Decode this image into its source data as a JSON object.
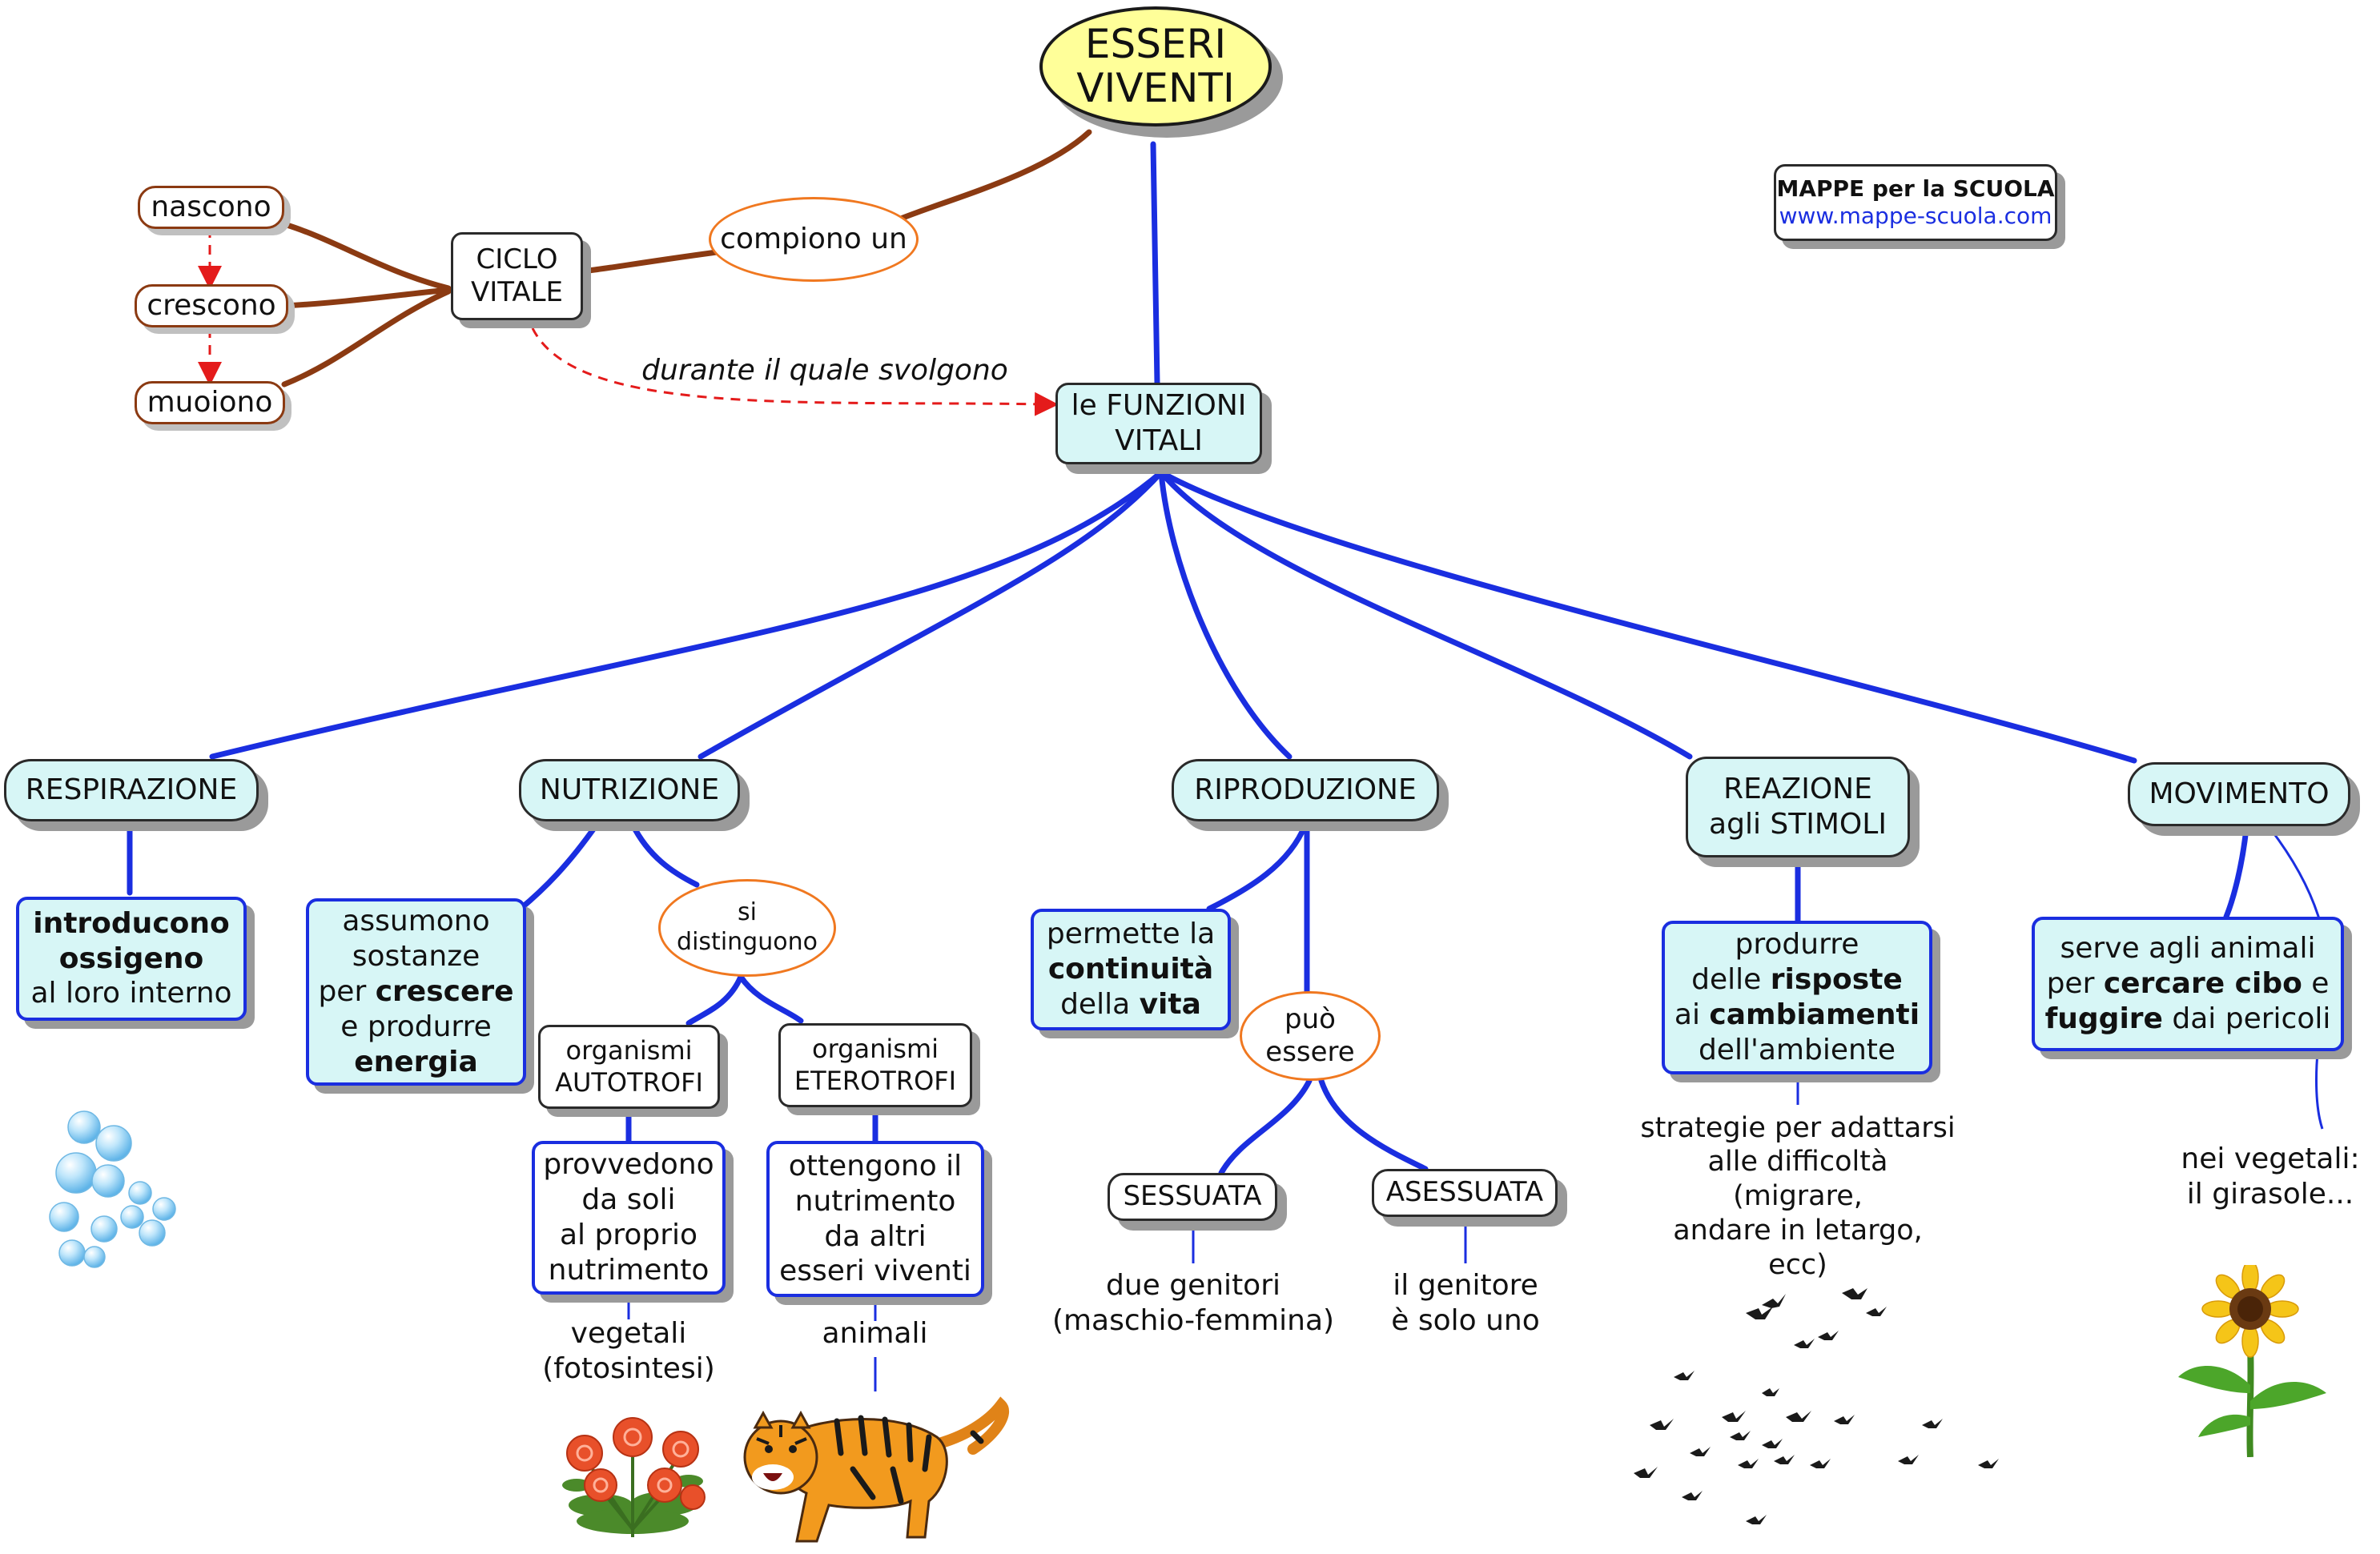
{
  "title": [
    "ESSERI",
    "VIVENTI"
  ],
  "credit": {
    "name": "MAPPE per la SCUOLA",
    "url": "www.mappe-scuola.com"
  },
  "cycle": {
    "node": [
      "CICLO",
      "VITALE"
    ],
    "link_label": "compiono un",
    "stages": [
      "nascono",
      "crescono",
      "muoiono"
    ],
    "dashed_label": "durante il quale svolgono"
  },
  "functions_node": [
    "le FUNZIONI",
    "VITALI"
  ],
  "respirazione": {
    "label": "RESPIRAZIONE",
    "desc": [
      "introducono",
      "ossigeno",
      "al loro interno"
    ]
  },
  "nutrizione": {
    "label": "NUTRIZIONE",
    "desc": [
      "assumono",
      "sostanze",
      "per ",
      "crescere",
      "e produrre",
      "energia"
    ],
    "link": [
      "si",
      "distinguono"
    ],
    "autotrofi": [
      "organismi",
      "AUTOTROFI"
    ],
    "autotrofi_desc": [
      "provvedono",
      "da soli",
      "al proprio",
      "nutrimento"
    ],
    "autotrofi_ex": [
      "vegetali",
      "(fotosintesi)"
    ],
    "eterotrofi": [
      "organismi",
      "ETEROTROFI"
    ],
    "eterotrofi_desc": [
      "ottengono il",
      "nutrimento",
      "da altri",
      "esseri viventi"
    ],
    "eterotrofi_ex": "animali"
  },
  "riproduzione": {
    "label": "RIPRODUZIONE",
    "desc": [
      "permette la",
      "continuità",
      "della ",
      "vita"
    ],
    "link": [
      "può",
      "essere"
    ],
    "sessuata": "SESSUATA",
    "sessuata_desc": [
      "due genitori",
      "(maschio-femmina)"
    ],
    "asessuata": "ASESSUATA",
    "asessuata_desc": [
      "il genitore",
      "è solo uno"
    ]
  },
  "reazione": {
    "label": [
      "REAZIONE",
      "agli STIMOLI"
    ],
    "desc": [
      "produrre",
      "delle ",
      "risposte",
      "ai ",
      "cambiamenti",
      "dell'ambiente"
    ],
    "note": [
      "strategie per adattarsi",
      "alle difficoltà",
      "(migrare,",
      "andare in letargo,",
      "ecc)"
    ]
  },
  "movimento": {
    "label": "MOVIMENTO",
    "desc": [
      "serve agli animali",
      "per ",
      "cercare cibo",
      " e",
      "fuggire",
      " dai pericoli"
    ],
    "note": [
      "nei vegetali:",
      "il girasole..."
    ]
  },
  "colors": {
    "blue_line": "#1a2ee0",
    "brown_line": "#8b3a12",
    "red_arrow": "#e41b1b",
    "node_fill": "#d7f6f6",
    "title_fill": "#ffff99",
    "oval_border": "#f07820"
  },
  "icons": [
    "water-bubbles-icon",
    "roses-icon",
    "tiger-icon",
    "flying-birds-icon",
    "sunflower-icon"
  ]
}
